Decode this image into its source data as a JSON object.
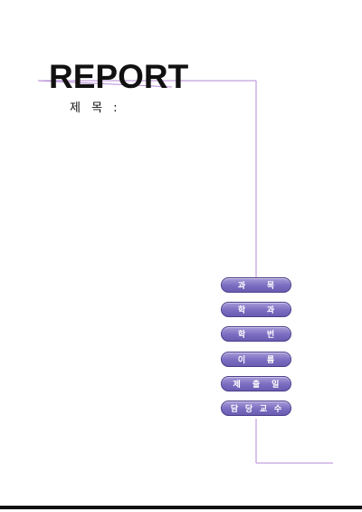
{
  "header": {
    "title": "REPORT",
    "subject_label": "제 목 :"
  },
  "info_fields": [
    {
      "label": [
        "과",
        "목"
      ]
    },
    {
      "label": [
        "학",
        "과"
      ]
    },
    {
      "label": [
        "학",
        "번"
      ]
    },
    {
      "label": [
        "이",
        "름"
      ]
    },
    {
      "label": [
        "제",
        "출",
        "일"
      ]
    },
    {
      "label": [
        "담",
        "당",
        "교",
        "수"
      ]
    }
  ],
  "colors": {
    "accent_line": "#b58ad6",
    "pill_fill": "#7a6cc0",
    "pill_border": "#4b3f8c",
    "bottom_bar": "#111111"
  }
}
